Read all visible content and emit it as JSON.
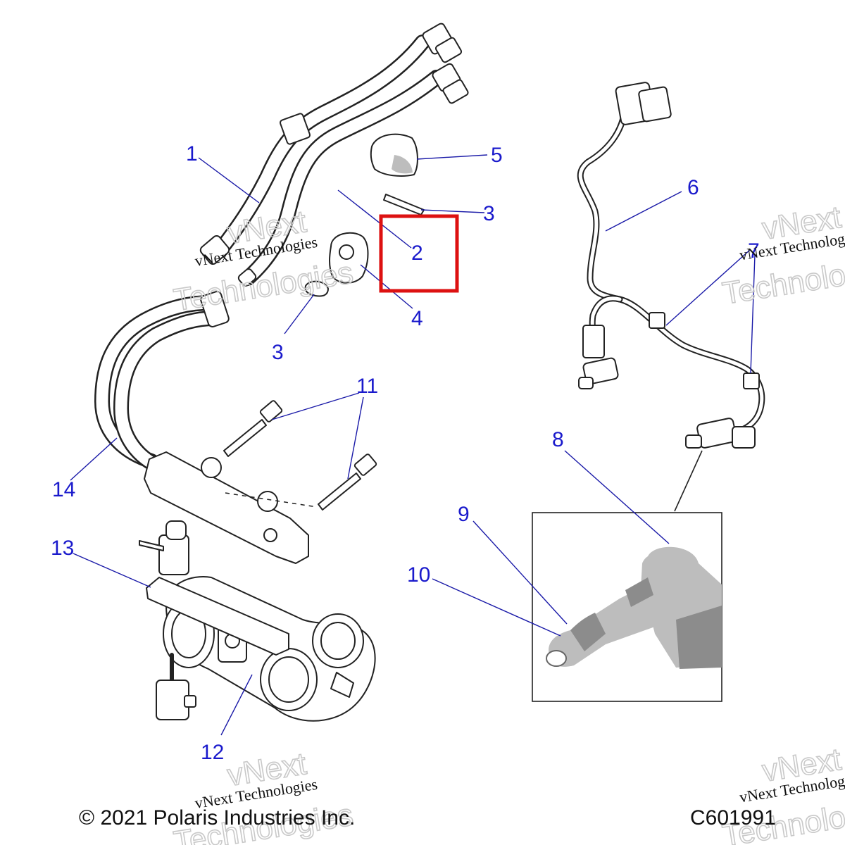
{
  "callouts": [
    {
      "id": "c1",
      "label": "1"
    },
    {
      "id": "c2",
      "label": "2"
    },
    {
      "id": "c3a",
      "label": "3"
    },
    {
      "id": "c3b",
      "label": "3"
    },
    {
      "id": "c4",
      "label": "4"
    },
    {
      "id": "c5",
      "label": "5"
    },
    {
      "id": "c6",
      "label": "6"
    },
    {
      "id": "c7",
      "label": "7"
    },
    {
      "id": "c8",
      "label": "8"
    },
    {
      "id": "c9",
      "label": "9"
    },
    {
      "id": "c10",
      "label": "10"
    },
    {
      "id": "c11",
      "label": "11"
    },
    {
      "id": "c12",
      "label": "12"
    },
    {
      "id": "c13",
      "label": "13"
    },
    {
      "id": "c14",
      "label": "14"
    }
  ],
  "watermark": {
    "line": "vNext Technologies",
    "top": "vNext",
    "bottom": "Technologies"
  },
  "footer": {
    "copyright": "© 2021 Polaris Industries Inc.",
    "figure_code": "C601991"
  },
  "colors": {
    "callout": "#1a1acc",
    "highlight": "#dd1111",
    "line_art": "#222222"
  }
}
